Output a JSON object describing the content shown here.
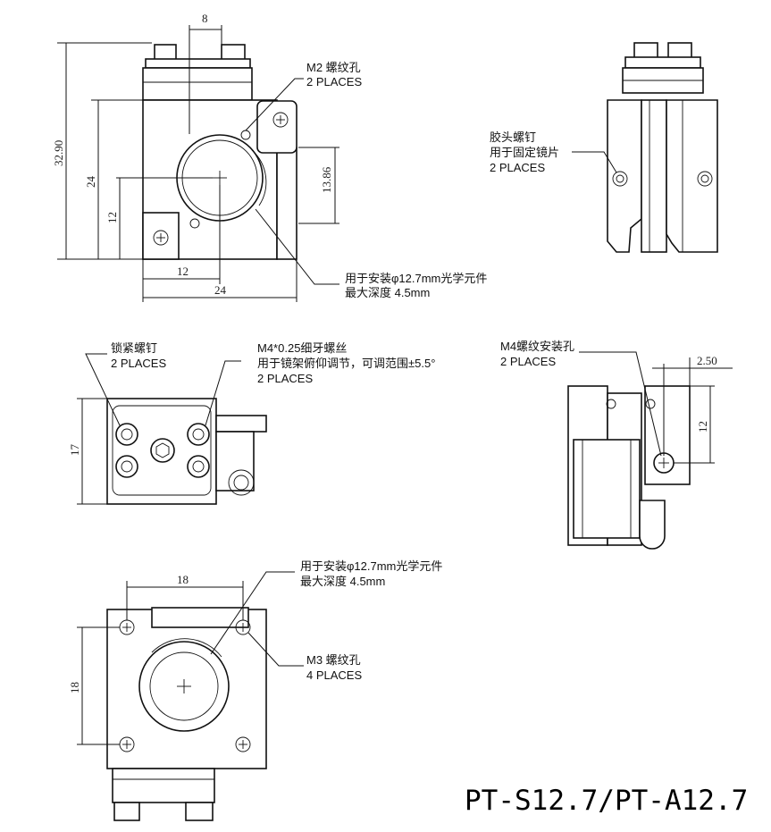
{
  "model": "PT-S12.7/PT-A12.7",
  "dimensions": {
    "top_width": "8",
    "total_height": "32.90",
    "body_height": "24",
    "center_height": "12",
    "right_height": "13.86",
    "bottom_half_width": "12",
    "bottom_width": "24",
    "side_height": "17",
    "right_offset": "2.50",
    "right_height_12": "12",
    "bottom_top_width": "18",
    "bottom_left_height": "18"
  },
  "notes": {
    "m2_hole": {
      "line1": "M2 螺纹孔",
      "line2": "2 PLACES"
    },
    "optic_front": {
      "line1": "用于安装φ12.7mm光学元件",
      "line2": "最大深度 4.5mm"
    },
    "glue_screw": {
      "line1": "胶头螺钉",
      "line2": "用于固定镜片",
      "line3": "2 PLACES"
    },
    "lock_screw": {
      "line1": "锁紧螺钉",
      "line2": "2 PLACES"
    },
    "m4_fine": {
      "line1": "M4*0.25细牙螺丝",
      "line2": "用于镜架俯仰调节，可调范围±5.5°",
      "line3": "2 PLACES"
    },
    "m4_mount": {
      "line1": "M4螺纹安装孔",
      "line2": "2 PLACES"
    },
    "optic_bottom": {
      "line1": "用于安装φ12.7mm光学元件",
      "line2": "最大深度 4.5mm"
    },
    "m3_hole": {
      "line1": "M3 螺纹孔",
      "line2": "4 PLACES"
    }
  }
}
